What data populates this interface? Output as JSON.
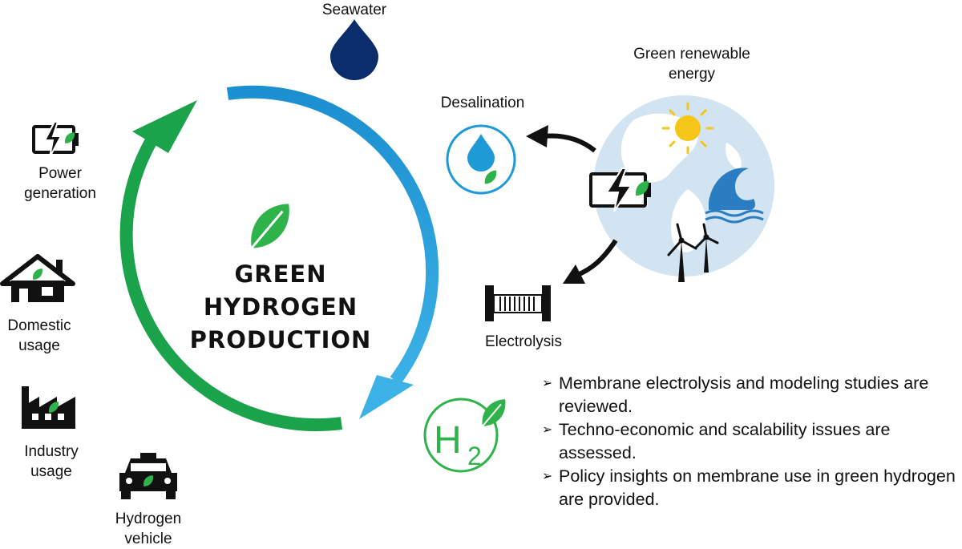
{
  "center": {
    "title_lines": [
      "GREEN",
      "HYDROGEN",
      "PRODUCTION"
    ]
  },
  "nodes": {
    "seawater": "Seawater",
    "desalination": "Desalination",
    "renewable": [
      "Green renewable",
      "energy"
    ],
    "electrolysis": "Electrolysis",
    "hydrogen_symbol": "H",
    "hydrogen_subscript": "2"
  },
  "applications": [
    {
      "lines": [
        "Power",
        "generation"
      ],
      "icon": "battery-leaf-icon"
    },
    {
      "lines": [
        "Domestic",
        "usage"
      ],
      "icon": "house-leaf-icon"
    },
    {
      "lines": [
        "Industry",
        "usage"
      ],
      "icon": "factory-leaf-icon"
    },
    {
      "lines": [
        "Hydrogen",
        "vehicle"
      ],
      "icon": "car-leaf-icon"
    }
  ],
  "bullets": [
    {
      "marker": "➢",
      "text": "Membrane electrolysis and modeling studies are reviewed."
    },
    {
      "marker": "➢",
      "text": "Techno-economic and scalability issues are assessed."
    },
    {
      "marker": "➢",
      "text": "Policy insights on membrane use in green hydrogen are provided."
    }
  ],
  "colors": {
    "green_arrow": "#1aa34a",
    "blue_arrow": "#2a9fd6",
    "leaf": "#2db34a",
    "seawater_drop": "#0c2d6b",
    "desal_drop": "#1e9ad6",
    "globe": "#d2e3f1",
    "sun": "#f5c518",
    "wave": "#2a7dc0"
  }
}
